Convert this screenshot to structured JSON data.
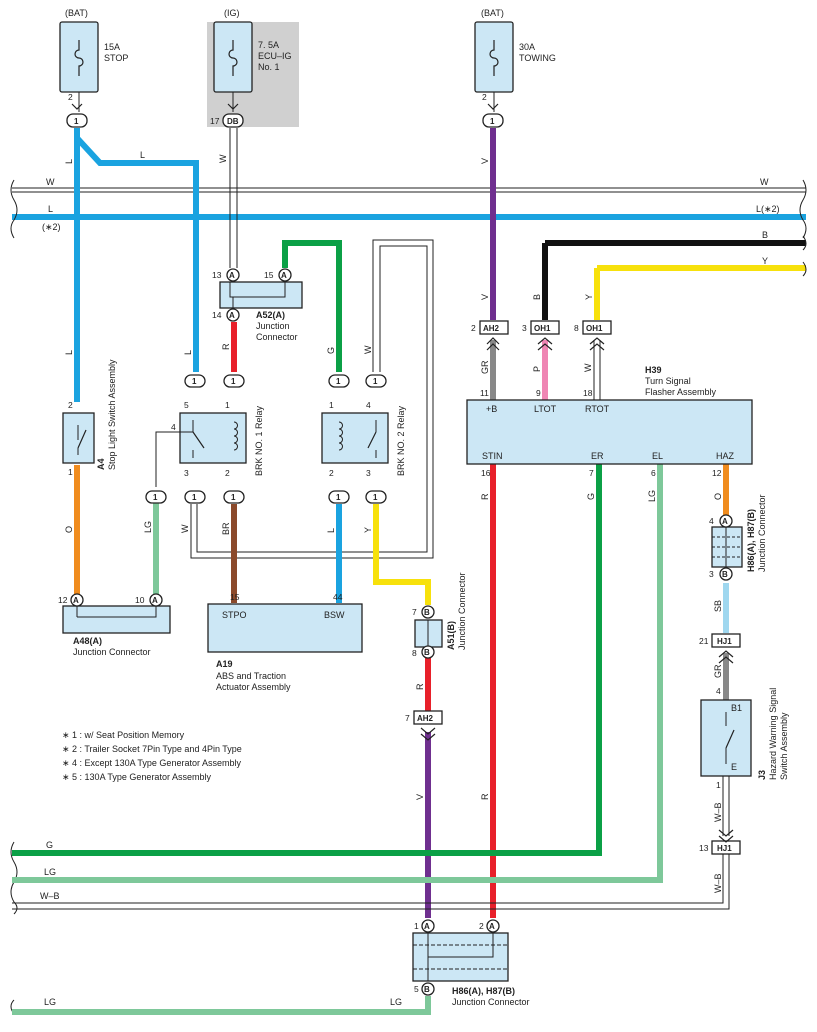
{
  "colors": {
    "L": "#1aa3e0",
    "O": "#f08c1e",
    "LG": "#7ec89a",
    "G": "#0ba046",
    "BR": "#8b4a2b",
    "R": "#e8202a",
    "V": "#6f2f8f",
    "GR": "#888888",
    "P": "#ef86b4",
    "B": "#111111",
    "Y": "#f7e10c",
    "SB": "#9fd7ef",
    "W": "#ffffff",
    "box": "#cce7f5",
    "ig_shade": "#d0d0d0"
  },
  "sources": {
    "bat1": "(BAT)",
    "ig": "(IG)",
    "bat2": "(BAT)"
  },
  "fuses": {
    "stop": {
      "line1": "15A",
      "line2": "STOP",
      "pin": "2"
    },
    "ecu": {
      "line1": "7. 5A",
      "line2": "ECU–IG",
      "line3": "No. 1",
      "pin": "17",
      "conn": "DB"
    },
    "towing": {
      "line1": "30A",
      "line2": "TOWING",
      "pin": "2"
    }
  },
  "bus": {
    "w_left": "W",
    "w_right": "W",
    "l_left": "L",
    "l_right": "L(∗2)",
    "note_2": "(∗2)",
    "b_right": "B",
    "y_right": "Y",
    "g_bottom": "G",
    "lg_bottom": "LG",
    "wb_bottom": "W–B",
    "lg_very_bottom": "LG",
    "lg_bottom_right": "LG"
  },
  "wire_labels": {
    "l1": "L",
    "l2": "L",
    "l3": "L",
    "l4": "L",
    "w1": "W",
    "w2": "W",
    "w3": "W",
    "r1": "R",
    "g1": "G",
    "o1": "O",
    "lg1": "LG",
    "br1": "BR",
    "l_bsw": "L",
    "y1": "Y",
    "r_a51": "R",
    "v_ah2": "V",
    "v_tow": "V",
    "gr1": "GR",
    "b1": "B",
    "p1": "P",
    "y2": "Y",
    "w_oh1": "W",
    "r_stin": "R",
    "r_stin2": "R",
    "g_er": "G",
    "lg_el": "LG",
    "o_haz": "O",
    "sb1": "SB",
    "gr2": "GR",
    "wb1": "W–B",
    "wb2": "W–B"
  },
  "components": {
    "a4": {
      "code": "A4",
      "name": "Stop Light Switch Assembly",
      "pin_top": "2",
      "pin_bot": "1"
    },
    "a48": {
      "code": "A48(A)",
      "name": "Junction Connector",
      "pin_l": "12",
      "pin_r": "10",
      "conn": "A"
    },
    "a52": {
      "code": "A52(A)",
      "name1": "Junction",
      "name2": "Connector",
      "p13": "13",
      "p15": "15",
      "p14": "14",
      "conn": "A"
    },
    "brk1": {
      "name": "BRK NO. 1 Relay",
      "p5": "5",
      "p1": "1",
      "p4": "4",
      "p3": "3",
      "p2": "2"
    },
    "brk2": {
      "name": "BRK NO. 2 Relay",
      "p1": "1",
      "p4": "4",
      "p2": "2",
      "p3": "3"
    },
    "a19": {
      "code": "A19",
      "name1": "ABS and Traction",
      "name2": "Actuator Assembly",
      "p15": "15",
      "p44": "44",
      "stpo": "STPO",
      "bsw": "BSW"
    },
    "a51": {
      "code": "A51(B)",
      "name": "Junction Connector",
      "p7": "7",
      "p8": "8",
      "conn": "B"
    },
    "h39": {
      "code": "H39",
      "name1": "Turn Signal",
      "name2": "Flasher Assembly",
      "t_b": "+B",
      "t_ltot": "LTOT",
      "t_rtot": "RTOT",
      "t_stin": "STIN",
      "t_er": "ER",
      "t_el": "EL",
      "t_haz": "HAZ",
      "p11": "11",
      "p9": "9",
      "p18": "18",
      "p16": "16",
      "p7": "7",
      "p6": "6",
      "p12": "12"
    },
    "h86_top": {
      "code": "H86(A), H87(B)",
      "name": "Junction Connector",
      "p4": "4",
      "p3": "3",
      "a": "A",
      "b": "B"
    },
    "h86_bot": {
      "code": "H86(A), H87(B)",
      "name": "Junction Connector",
      "p1": "1",
      "p2": "2",
      "p5": "5",
      "a": "A",
      "b": "B"
    },
    "j3": {
      "code": "J3",
      "name1": "Hazard Warning Signal",
      "name2": "Switch Assembly",
      "p4": "4",
      "p1": "1",
      "b1": "B1",
      "e": "E"
    },
    "ah2_top": {
      "conn": "AH2",
      "pin": "2"
    },
    "ah2_mid": {
      "conn": "AH2",
      "pin": "7"
    },
    "oh1_b": {
      "conn": "OH1",
      "pin": "3"
    },
    "oh1_y": {
      "conn": "OH1",
      "pin": "8"
    },
    "hj1_top": {
      "conn": "HJ1",
      "pin": "21"
    },
    "hj1_bot": {
      "conn": "HJ1",
      "pin": "13"
    },
    "one": "1"
  },
  "notes": [
    "∗ 1 : w/ Seat Position Memory",
    "∗ 2 : Trailer Socket 7Pin Type and 4Pin Type",
    "∗ 4 : Except 130A Type Generator Assembly",
    "∗ 5 : 130A Type Generator Assembly"
  ]
}
